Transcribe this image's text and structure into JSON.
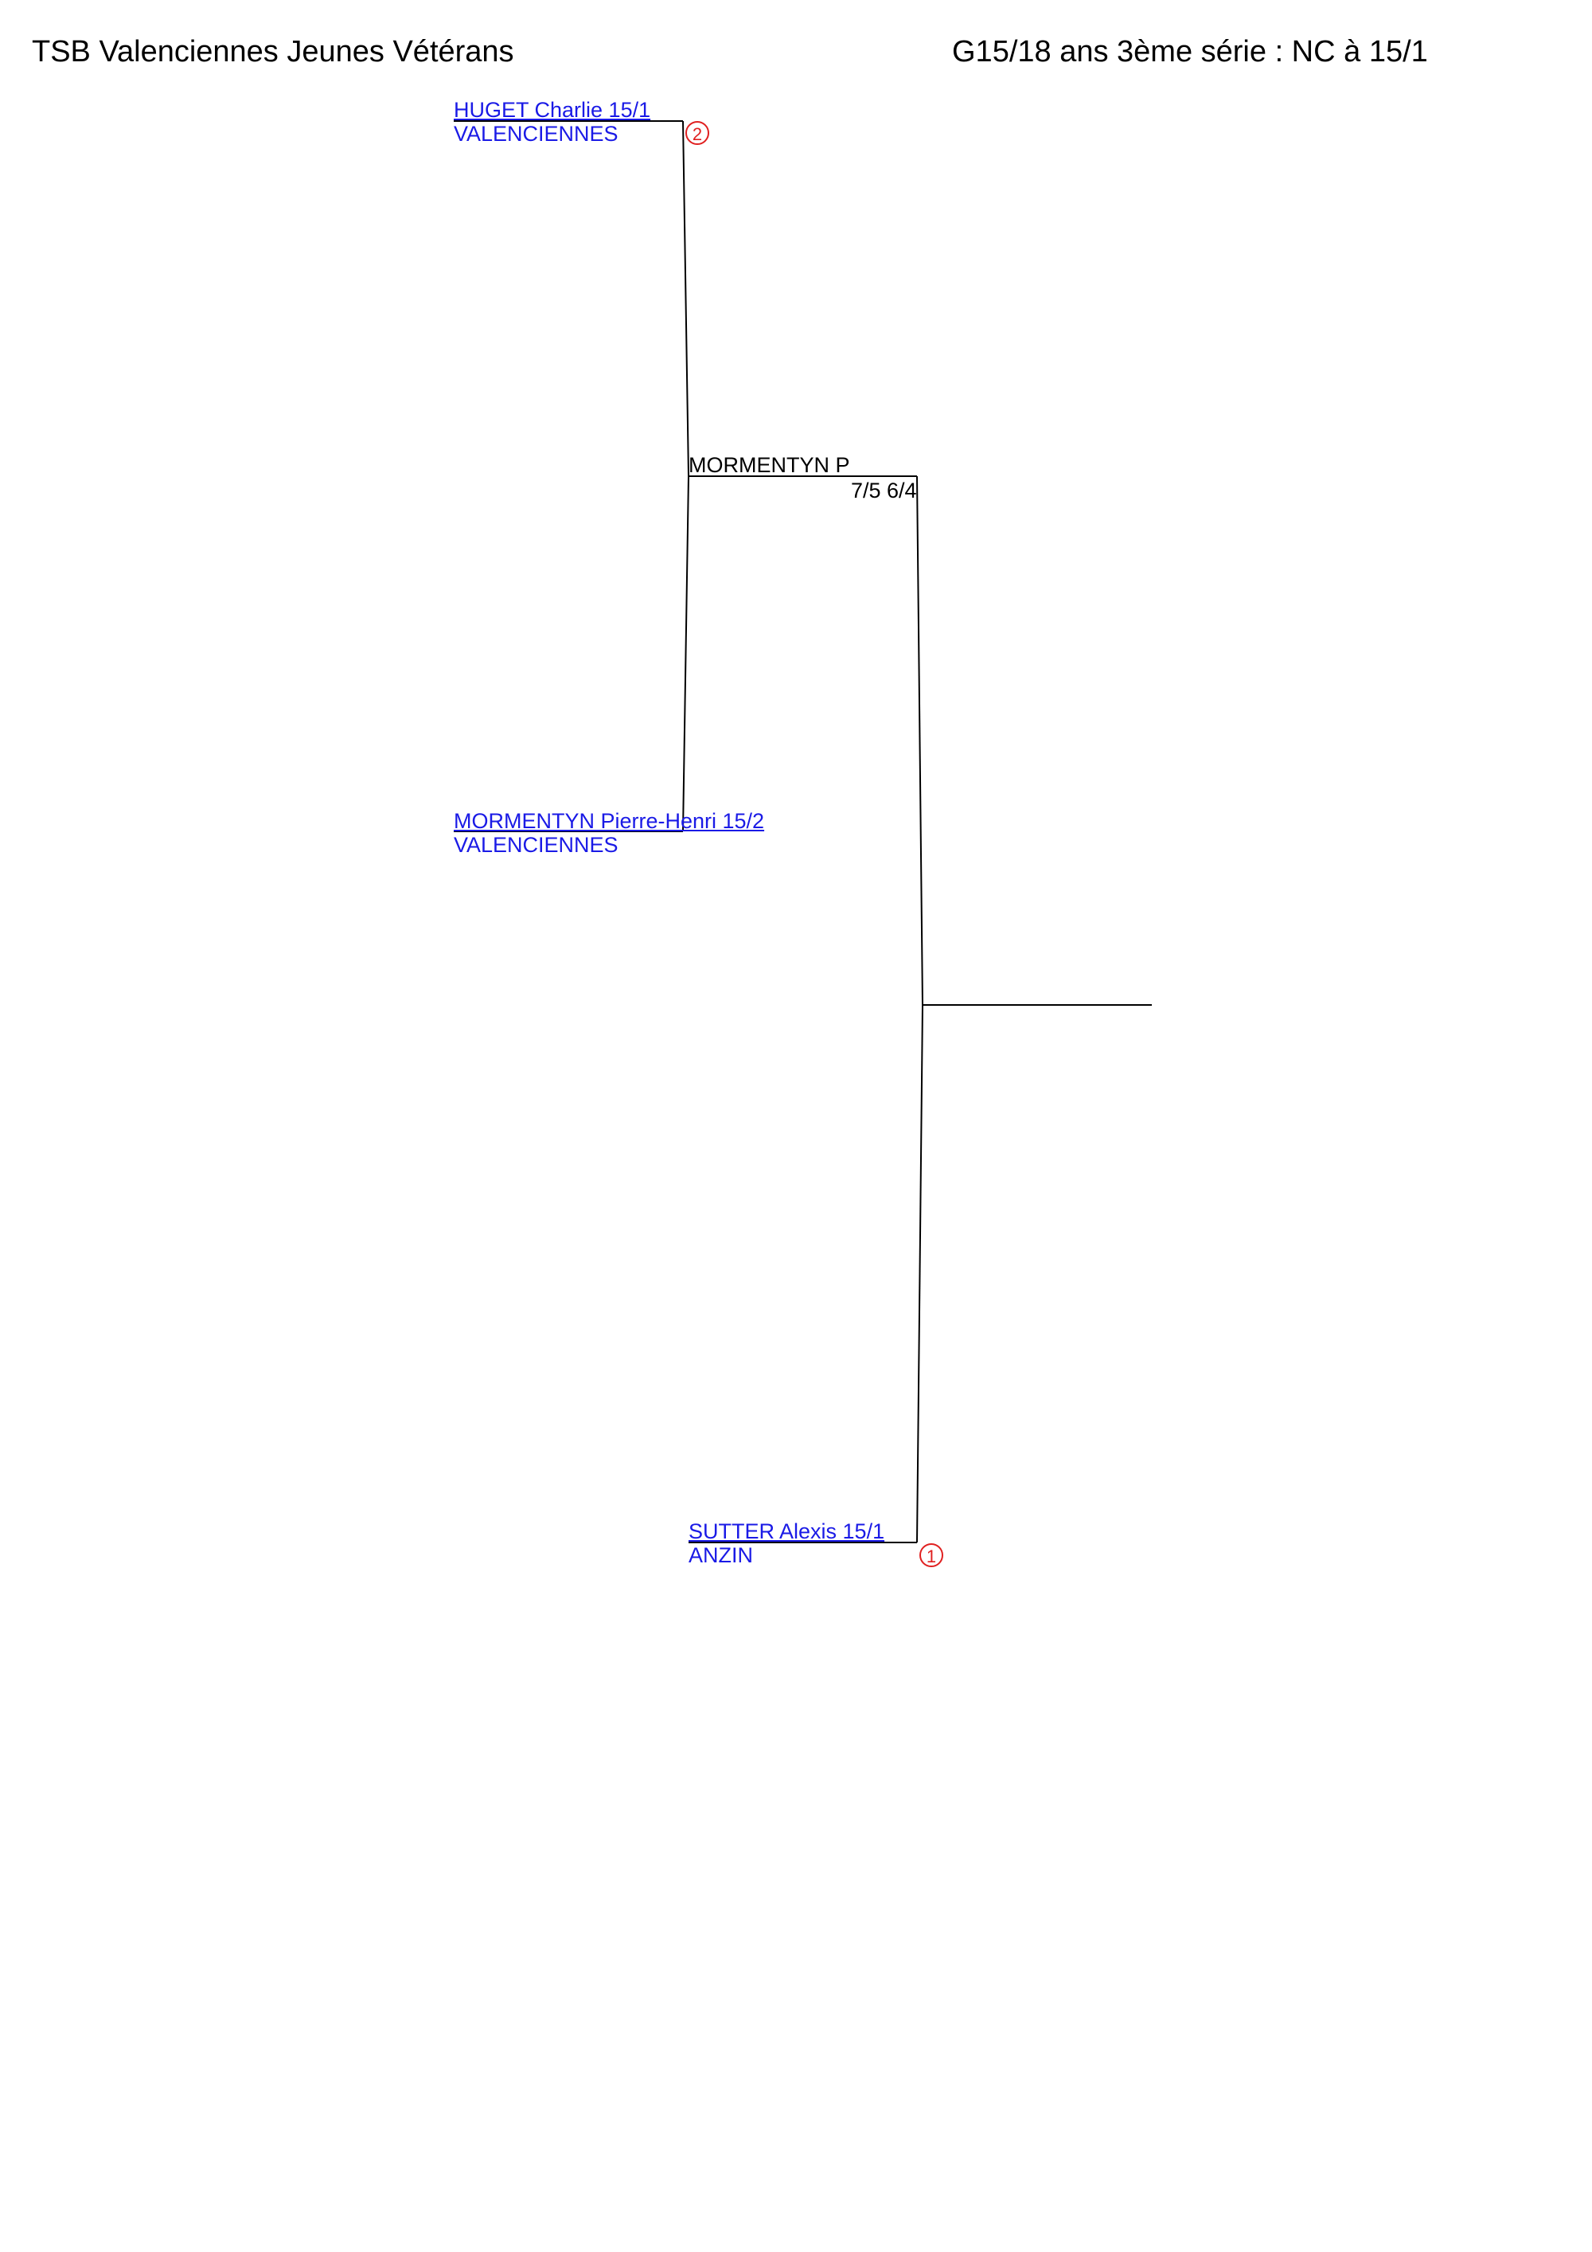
{
  "header": {
    "club": "TSB Valenciennes Jeunes Vétérans",
    "category": "G15/18 ans 3ème série : NC à 15/1"
  },
  "players": [
    {
      "name": "HUGET Charlie 15/1",
      "club": "VALENCIENNES",
      "seed": "2"
    },
    {
      "name": "MORMENTYN Pierre-Henri 15/2",
      "club": "VALENCIENNES",
      "seed": ""
    },
    {
      "name": "SUTTER Alexis 15/1",
      "club": "ANZIN",
      "seed": "1"
    }
  ],
  "matches": [
    {
      "winner": "MORMENTYN P",
      "score": "7/5 6/4"
    }
  ],
  "colors": {
    "player_text": "#1a1ae6",
    "seed_circle": "#e02020",
    "lines": "#000000"
  }
}
